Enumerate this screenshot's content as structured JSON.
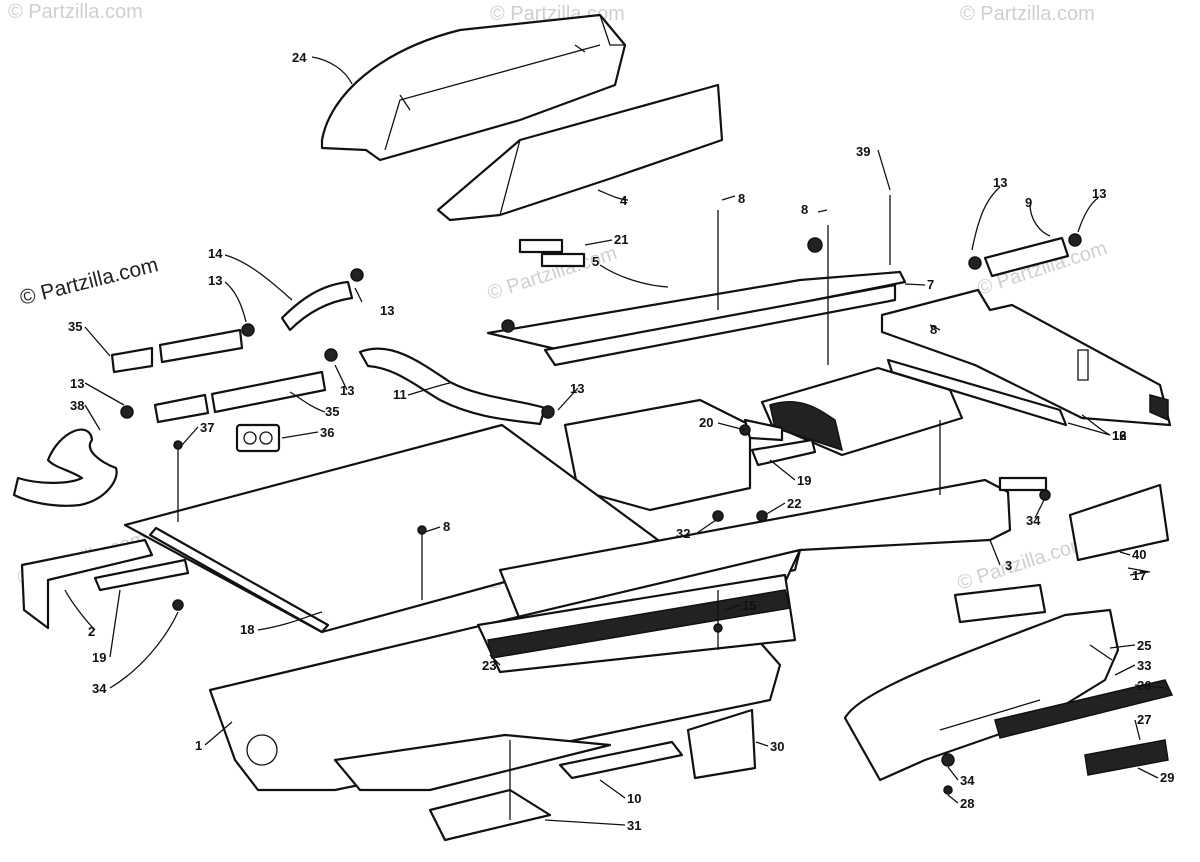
{
  "credit": "© Partzilla.com",
  "watermark": "© Partzilla.com",
  "colors": {
    "ink": "#111111",
    "paper": "#ffffff",
    "watermark": "#cfcfcf"
  },
  "callouts": [
    "24",
    "4",
    "39",
    "8",
    "8",
    "13",
    "9",
    "13",
    "21",
    "5",
    "7",
    "14",
    "13",
    "13",
    "35",
    "13",
    "8",
    "13",
    "35",
    "11",
    "13",
    "38",
    "36",
    "37",
    "20",
    "12",
    "16",
    "19",
    "22",
    "32",
    "34",
    "8",
    "40",
    "17",
    "3",
    "2",
    "19",
    "34",
    "18",
    "15",
    "23",
    "25",
    "33",
    "26",
    "27",
    "1",
    "30",
    "34",
    "28",
    "29",
    "10",
    "31"
  ]
}
